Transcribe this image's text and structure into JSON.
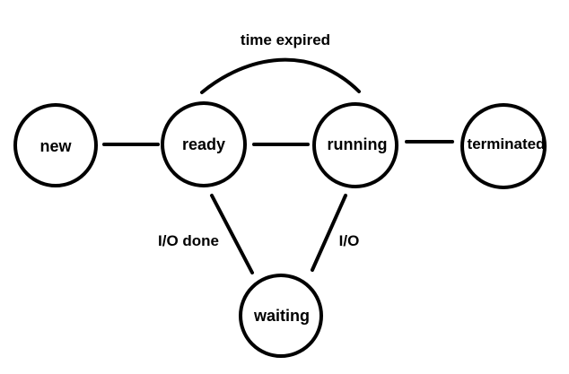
{
  "states": {
    "new": "new",
    "ready": "ready",
    "running": "running",
    "terminated": "terminated",
    "waiting": "waiting"
  },
  "transitions": {
    "time_expired": "time expired",
    "io_done": "I/O done",
    "io": "I/O"
  },
  "colors": {
    "stroke": "#000000",
    "background": "#ffffff"
  }
}
